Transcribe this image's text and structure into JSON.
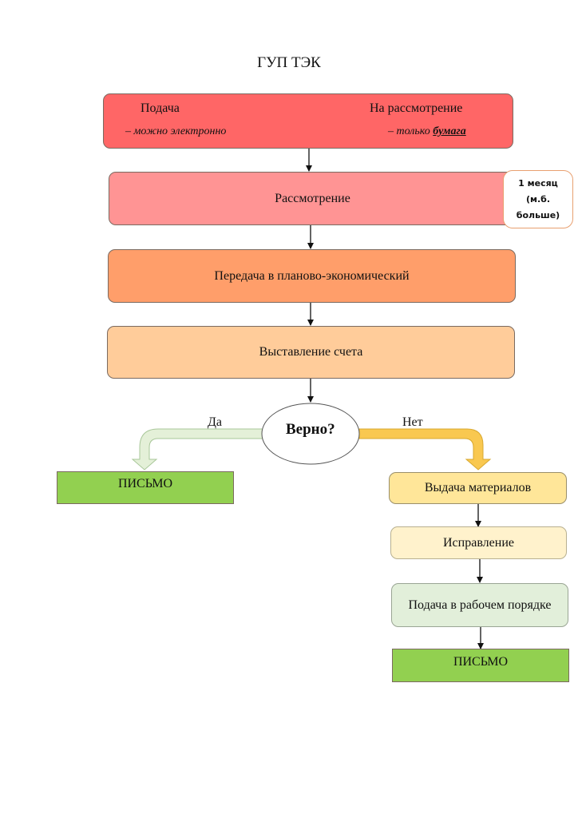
{
  "title": "ГУП ТЭК",
  "step1": {
    "left_label": "Подача",
    "left_note": "– можно электронно",
    "right_label": "На рассмотрение",
    "right_note_prefix": "– только ",
    "right_note_emphasis": "бумага"
  },
  "step2": {
    "label": "Рассмотрение"
  },
  "side_note": {
    "line1": "1 месяц",
    "line2": "(м.б.",
    "line3": "больше)"
  },
  "step3": {
    "label": "Передача в планово-экономический"
  },
  "step4": {
    "label": "Выставление счета"
  },
  "decision": {
    "label": "Верно?",
    "yes": "Да",
    "no": "Нет"
  },
  "yes_result": {
    "label": "ПИСЬМО"
  },
  "no_branch": {
    "step1": "Выдача материалов",
    "step2": "Исправление",
    "step3": "Подача в рабочем порядке",
    "result": "ПИСЬМО"
  },
  "colors": {
    "step1": "#ff6666",
    "step2": "#ff9494",
    "step3": "#ff9e6a",
    "step4": "#ffcc9a",
    "yes_arrow": "#e4f0d8",
    "no_arrow": "#f9c850",
    "green": "#92d050",
    "no_step1": "#ffe699",
    "no_step2": "#fff2cc",
    "no_step3": "#e2efda"
  }
}
